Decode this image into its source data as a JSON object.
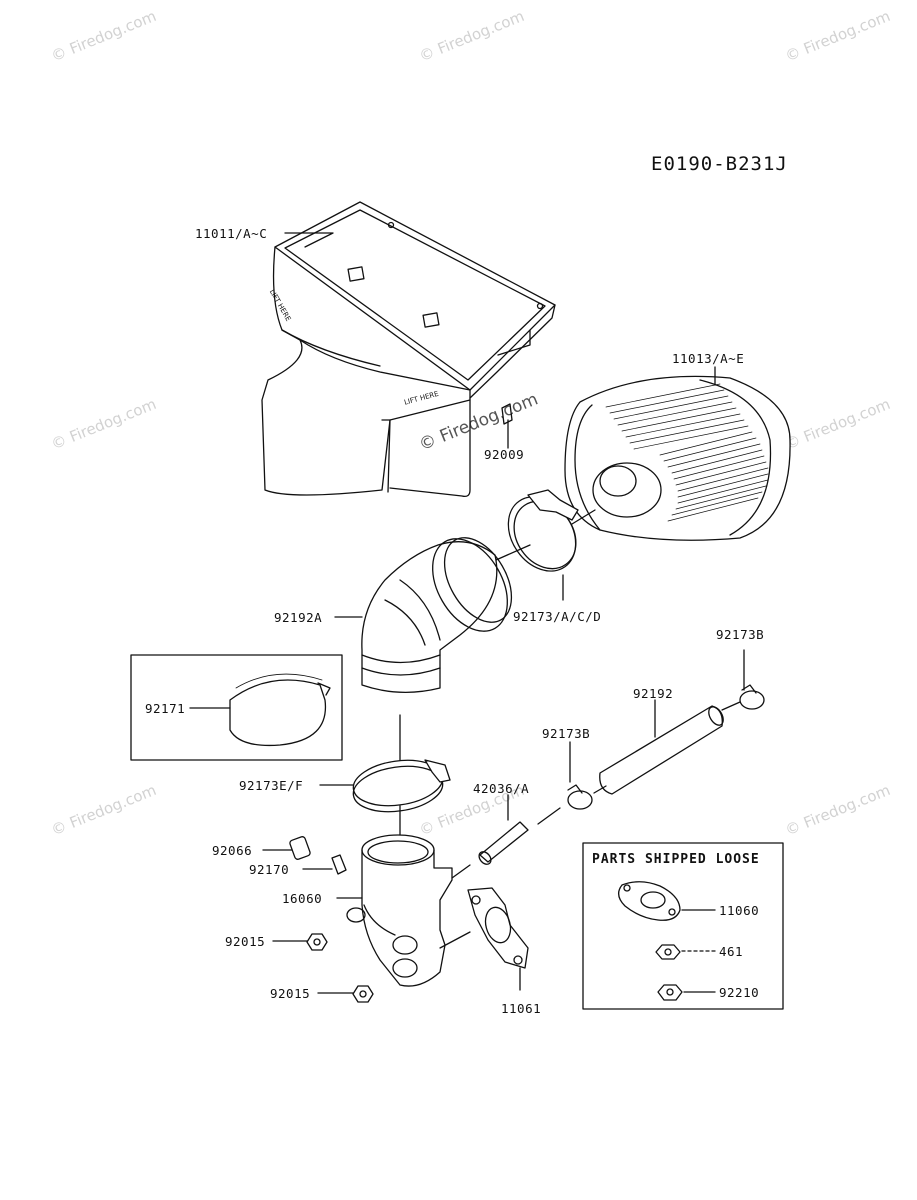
{
  "watermark": "© Firedog.com",
  "diagram_id": "E0190-B231J",
  "loose_box_title": "PARTS SHIPPED LOOSE",
  "parts": {
    "p11011": "11011/A~C",
    "p11013": "11013/A~E",
    "p92009": "92009",
    "p92192A": "92192A",
    "p92173ACD": "92173/A/C/D",
    "p92173B_top": "92173B",
    "p92192": "92192",
    "p92173B_mid": "92173B",
    "p92171": "92171",
    "p92173EF": "92173E/F",
    "p42036A": "42036/A",
    "p92066": "92066",
    "p92170": "92170",
    "p16060": "16060",
    "p92015a": "92015",
    "p92015b": "92015",
    "p11061": "11061",
    "p11060": "11060",
    "p461": "461",
    "p92210": "92210"
  },
  "colors": {
    "line": "#111111",
    "watermark": "#d2d2d2"
  }
}
